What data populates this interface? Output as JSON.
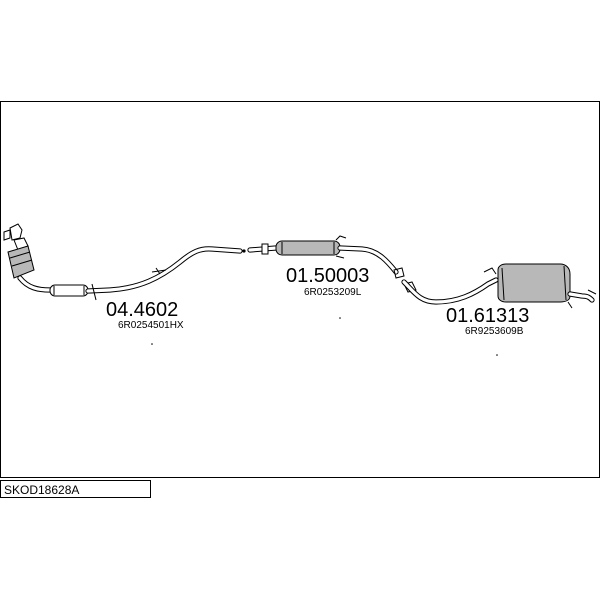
{
  "diagram": {
    "code": "SKOD18628A",
    "parts": [
      {
        "part_number": "04.4602",
        "oem_number": "6R0254501HX"
      },
      {
        "part_number": "01.50003",
        "oem_number": "6R0253209L"
      },
      {
        "part_number": "01.61313",
        "oem_number": "6R9253609B"
      }
    ]
  }
}
